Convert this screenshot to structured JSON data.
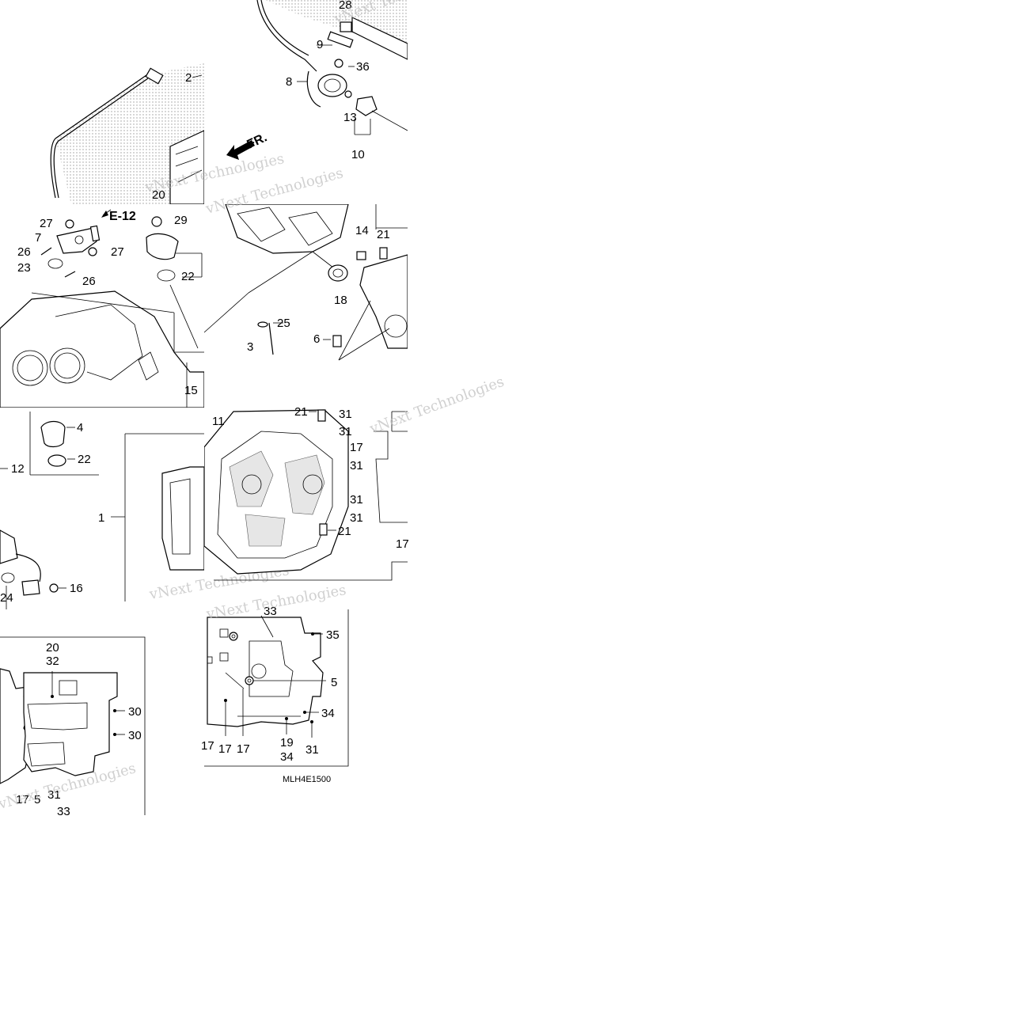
{
  "diagram": {
    "code": "MLH4E1500",
    "ref_page": "E-12",
    "front_marker": "FR.",
    "watermark": "vNext Technologies",
    "callouts": {
      "c1": "1",
      "c2": "2",
      "c3": "3",
      "c4": "4",
      "c5": "5",
      "c6": "6",
      "c7": "7",
      "c8": "8",
      "c9": "9",
      "c10": "10",
      "c11": "11",
      "c12": "12",
      "c13": "13",
      "c14": "14",
      "c15": "15",
      "c16": "16",
      "c17": "17",
      "c18": "18",
      "c19": "19",
      "c20": "20",
      "c21": "21",
      "c22": "22",
      "c23": "23",
      "c24": "24",
      "c25": "25",
      "c26": "26",
      "c27": "27",
      "c28": "28",
      "c29": "29",
      "c30": "30",
      "c31": "31",
      "c32": "32",
      "c33": "33",
      "c34": "34",
      "c35": "35",
      "c36": "36"
    }
  }
}
